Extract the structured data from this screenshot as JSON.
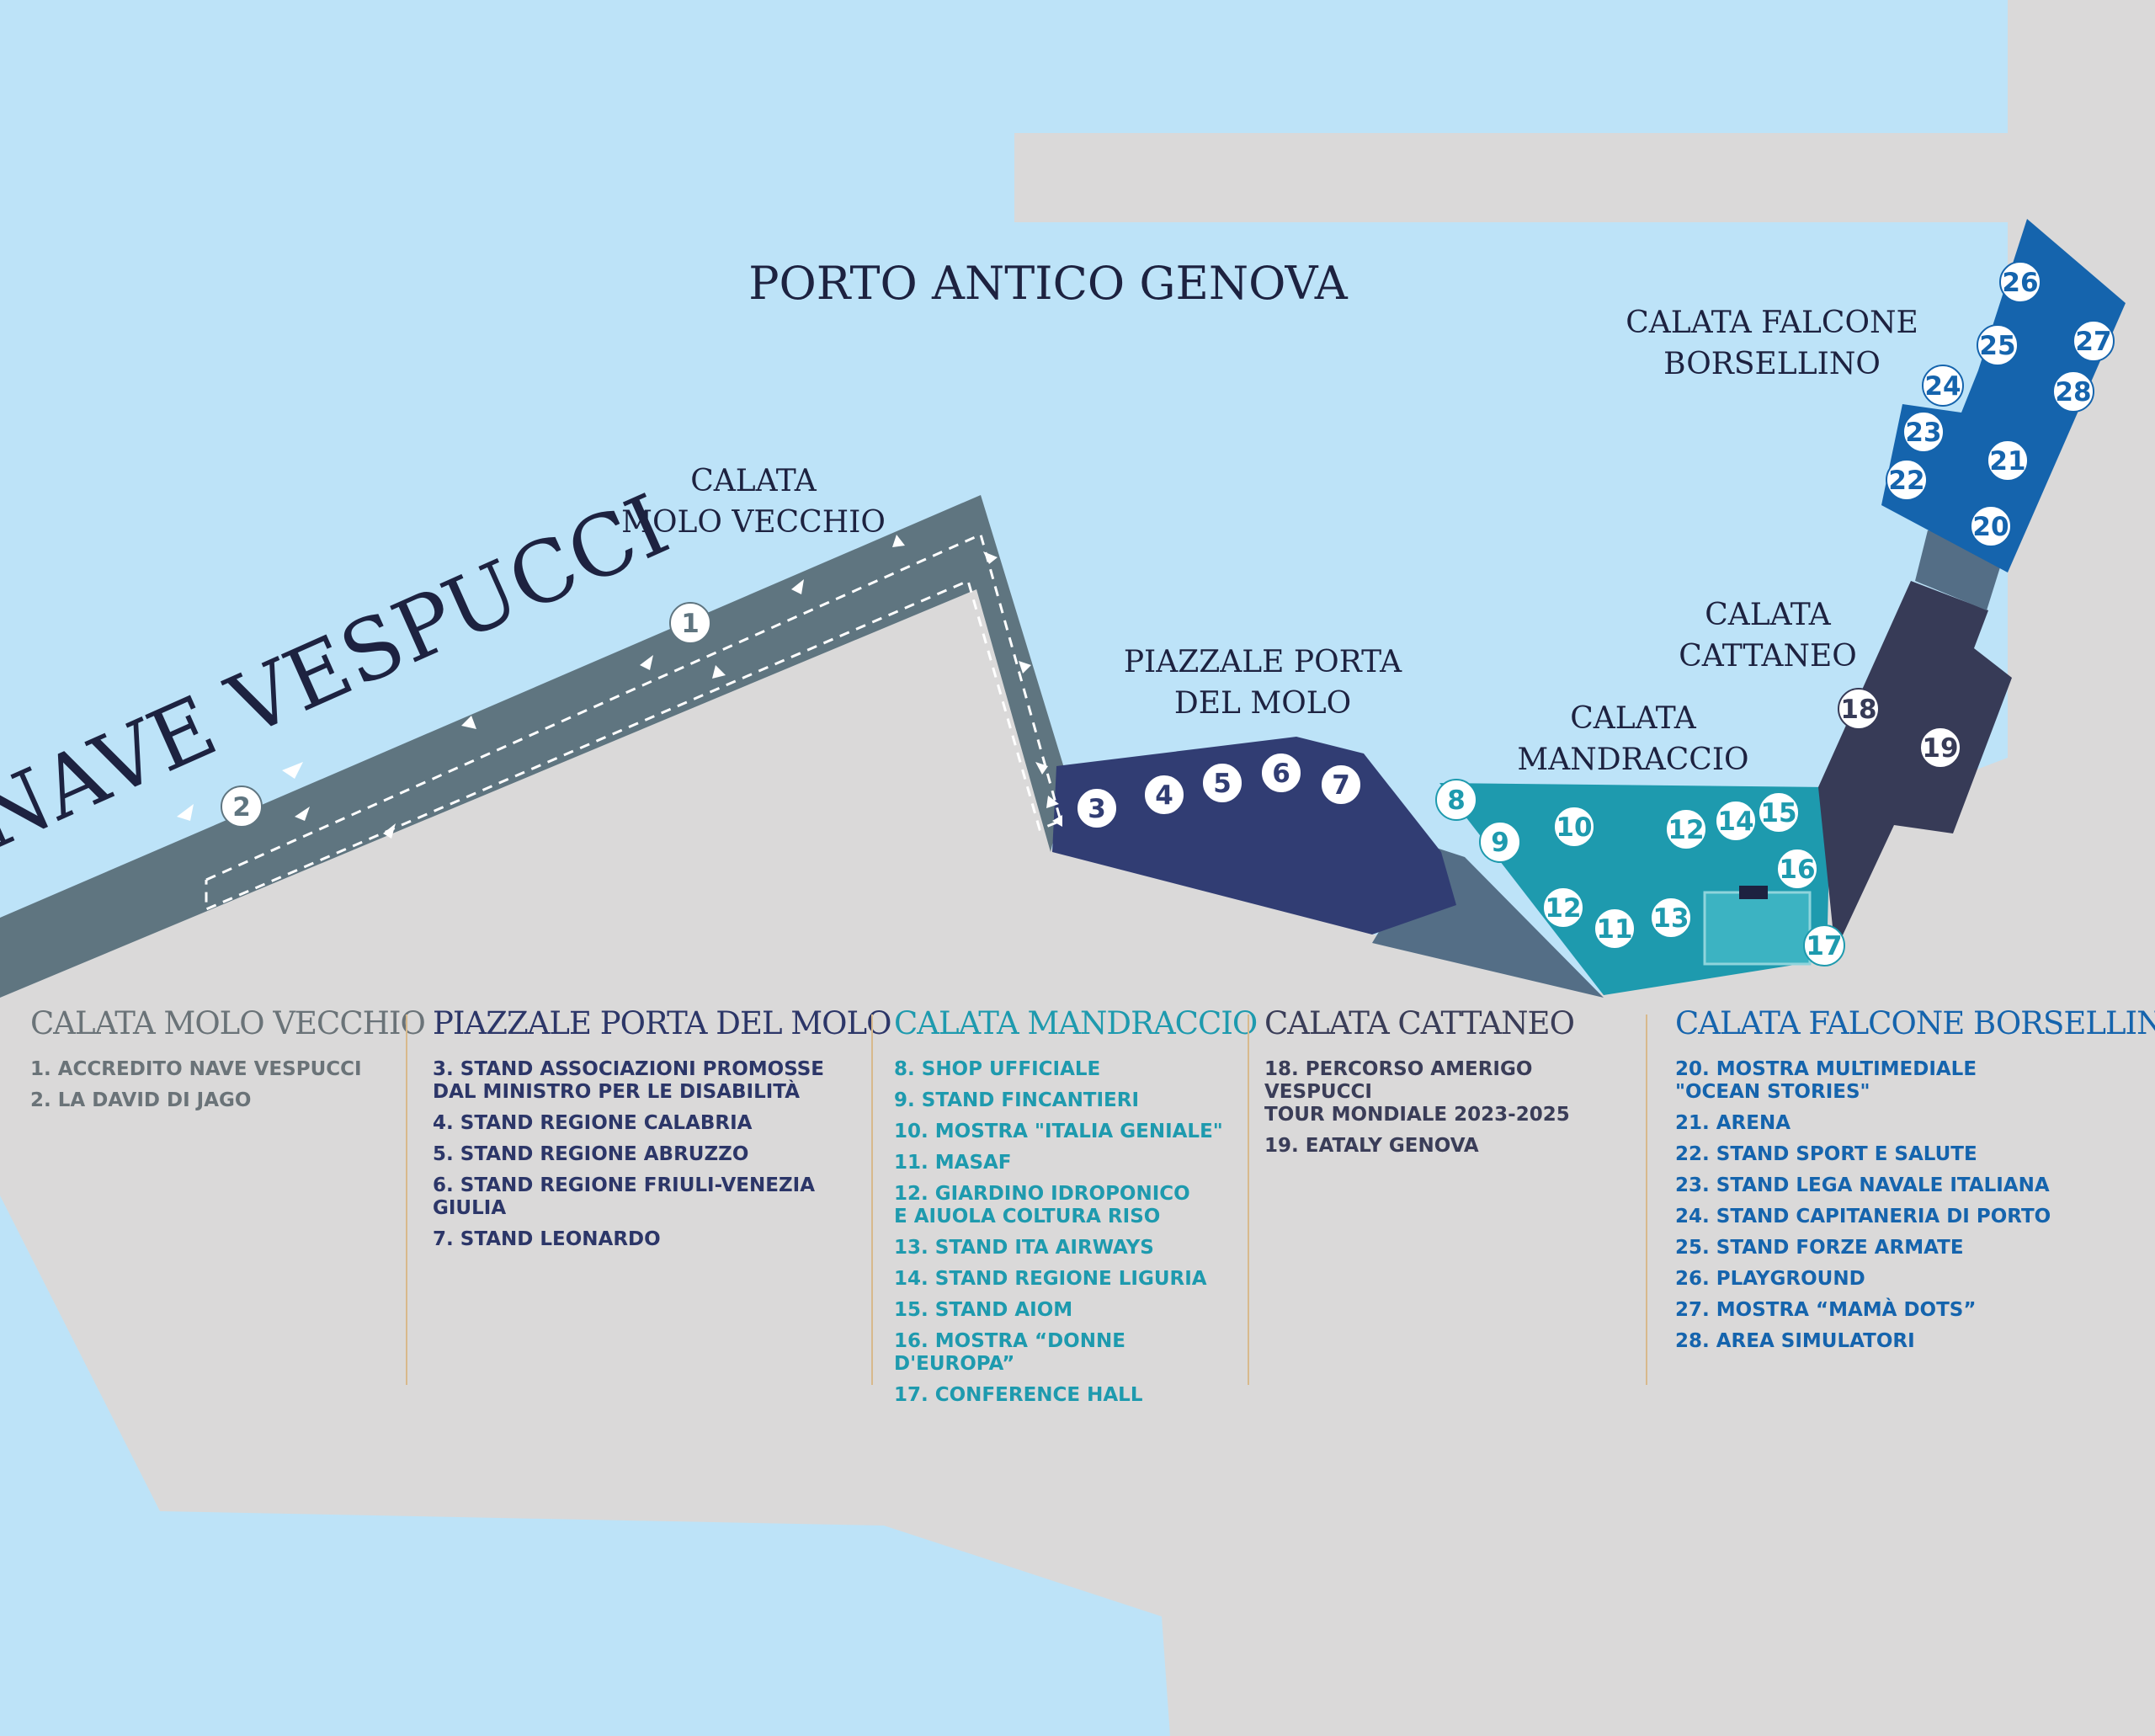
{
  "title": "PORTO ANTICO GENOVA",
  "ship_label": "NAVE VESPUCCI",
  "colors": {
    "water": "#bde3f8",
    "land": "#dad9d9",
    "molo_vecchio": "#5f7580",
    "porta_molo": "#313d73",
    "mandraccio": "#1e9aae",
    "cattaneo": "#373b57",
    "falcone": "#1564ad",
    "connector": "#546e86",
    "legend_gray": "#6a7378",
    "legend_navy": "#2c3668",
    "legend_teal": "#1e9aae",
    "legend_dark": "#3a3d58",
    "legend_blue": "#1564ad"
  },
  "map_labels": {
    "molo_vecchio": [
      "CALATA",
      "MOLO VECCHIO"
    ],
    "porta_molo": [
      "PIAZZALE PORTA",
      "DEL MOLO"
    ],
    "mandraccio": [
      "CALATA",
      "MANDRACCIO"
    ],
    "cattaneo": [
      "CALATA",
      "CATTANEO"
    ],
    "falcone": [
      "CALATA FALCONE",
      "BORSELLINO"
    ]
  },
  "markers": [
    "1",
    "2",
    "3",
    "4",
    "5",
    "6",
    "7",
    "8",
    "9",
    "10",
    "11",
    "12",
    "12",
    "13",
    "14",
    "15",
    "16",
    "17",
    "18",
    "19",
    "20",
    "21",
    "22",
    "23",
    "24",
    "25",
    "26",
    "27",
    "28"
  ],
  "legend": [
    {
      "title": "CALATA MOLO VECCHIO",
      "items": [
        "1. ACCREDITO NAVE VESPUCCI",
        "2. LA DAVID DI JAGO"
      ]
    },
    {
      "title": "PIAZZALE PORTA DEL MOLO",
      "items": [
        "3. STAND ASSOCIAZIONI PROMOSSE\n    DAL MINISTRO PER LE DISABILITÀ",
        "4. STAND REGIONE CALABRIA",
        "5. STAND REGIONE ABRUZZO",
        "6. STAND REGIONE FRIULI-VENEZIA GIULIA",
        "7. STAND LEONARDO"
      ]
    },
    {
      "title": "CALATA MANDRACCIO",
      "items": [
        "8. SHOP UFFICIALE",
        "9. STAND FINCANTIERI",
        "10. MOSTRA \"ITALIA GENIALE\"",
        "11. MASAF",
        "12. GIARDINO IDROPONICO\n      E AIUOLA COLTURA RISO",
        "13. STAND ITA AIRWAYS",
        "14. STAND REGIONE LIGURIA",
        "15. STAND AIOM",
        "16. MOSTRA “DONNE D'EUROPA”",
        "17. CONFERENCE HALL"
      ]
    },
    {
      "title": "CALATA CATTANEO",
      "items": [
        "18. PERCORSO AMERIGO VESPUCCI\n      TOUR MONDIALE 2023-2025",
        "19. EATALY GENOVA"
      ]
    },
    {
      "title": "CALATA FALCONE BORSELLINO",
      "items": [
        "20. MOSTRA MULTIMEDIALE\n      \"OCEAN STORIES\"",
        "21. ARENA",
        "22. STAND SPORT E SALUTE",
        "23. STAND LEGA NAVALE ITALIANA",
        "24. STAND CAPITANERIA DI PORTO",
        "25. STAND FORZE ARMATE",
        "26. PLAYGROUND",
        "27. MOSTRA “MAMÀ DOTS”",
        "28. AREA SIMULATORI"
      ]
    }
  ]
}
